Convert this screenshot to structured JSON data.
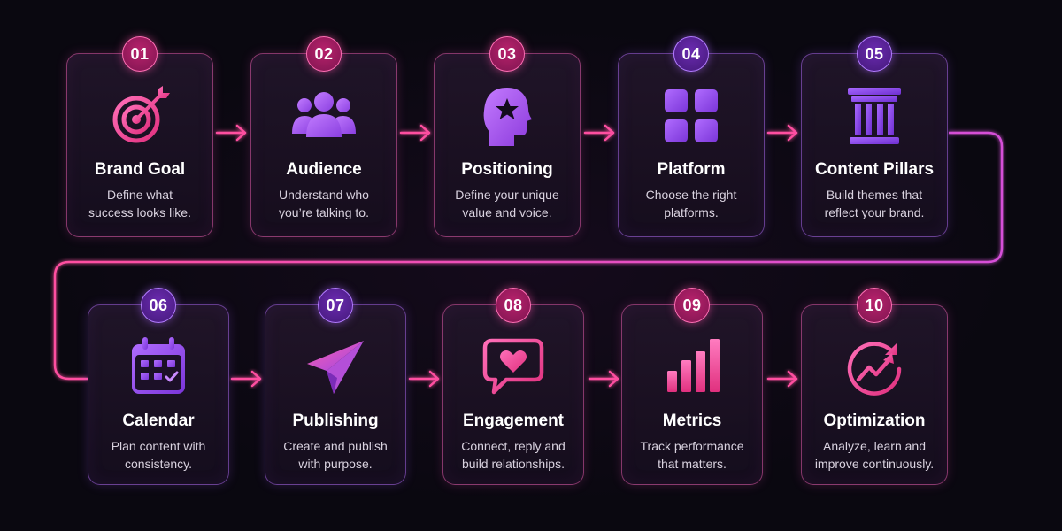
{
  "steps": [
    {
      "number": "01",
      "title": "Brand Goal",
      "line1": "Define what",
      "line2": "success looks like.",
      "icon": "target-arrow-icon",
      "badge": "pink"
    },
    {
      "number": "02",
      "title": "Audience",
      "line1": "Understand who",
      "line2": "you’re talking to.",
      "icon": "people-group-icon",
      "badge": "pink"
    },
    {
      "number": "03",
      "title": "Positioning",
      "line1": "Define your unique",
      "line2": "value and voice.",
      "icon": "head-star-icon",
      "badge": "pink"
    },
    {
      "number": "04",
      "title": "Platform",
      "line1": "Choose the right",
      "line2": "platforms.",
      "icon": "grid-squares-icon",
      "badge": "purple"
    },
    {
      "number": "05",
      "title": "Content Pillars",
      "line1": "Build themes that",
      "line2": "reflect your brand.",
      "icon": "pillar-icon",
      "badge": "purple"
    },
    {
      "number": "06",
      "title": "Calendar",
      "line1": "Plan content with",
      "line2": "consistency.",
      "icon": "calendar-icon",
      "badge": "purple"
    },
    {
      "number": "07",
      "title": "Publishing",
      "line1": "Create and publish",
      "line2": "with purpose.",
      "icon": "paper-plane-icon",
      "badge": "purple"
    },
    {
      "number": "08",
      "title": "Engagement",
      "line1": "Connect, reply and",
      "line2": "build relationships.",
      "icon": "chat-heart-icon",
      "badge": "pink"
    },
    {
      "number": "09",
      "title": "Metrics",
      "line1": "Track performance",
      "line2": "that matters.",
      "icon": "bar-chart-icon",
      "badge": "pink"
    },
    {
      "number": "10",
      "title": "Optimization",
      "line1": "Analyze, learn and",
      "line2": "improve continuously.",
      "icon": "growth-cycle-icon",
      "badge": "pink"
    }
  ],
  "colors": {
    "background": "#0a0810",
    "pink_accent": "#ff4fa0",
    "purple_accent": "#a66bff",
    "text_primary": "#ffffff",
    "text_secondary": "#d9d2df"
  }
}
